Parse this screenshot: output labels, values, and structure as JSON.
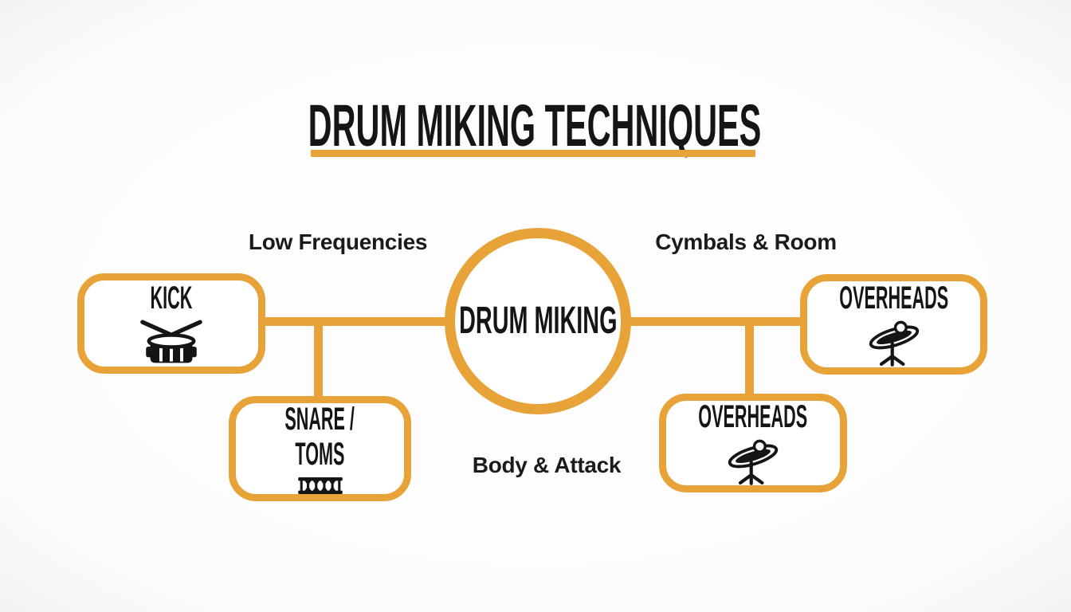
{
  "colors": {
    "accent": "#E8A338",
    "ink": "#151515",
    "background": "#FBFBFB"
  },
  "title": {
    "text": "DRUM MIKING TECHNIQUES"
  },
  "center": {
    "label": "DRUM MIKING"
  },
  "nodes": {
    "kick": {
      "label": "KICK",
      "icon": "snare-drum-with-sticks-icon"
    },
    "snare_toms": {
      "lines": [
        "SNARE /",
        "TOMS"
      ],
      "icon": "drum-shell-side-icon"
    },
    "overheads_top": {
      "label": "OVERHEADS",
      "icon": "cymbal-on-stand-icon"
    },
    "overheads_bottom": {
      "label": "OVERHEADS",
      "icon": "cymbal-on-stand-icon"
    }
  },
  "annotations": {
    "low_frequencies": "Low Frequencies",
    "cymbals_room": "Cymbals & Room",
    "body_attack": "Body & Attack"
  }
}
